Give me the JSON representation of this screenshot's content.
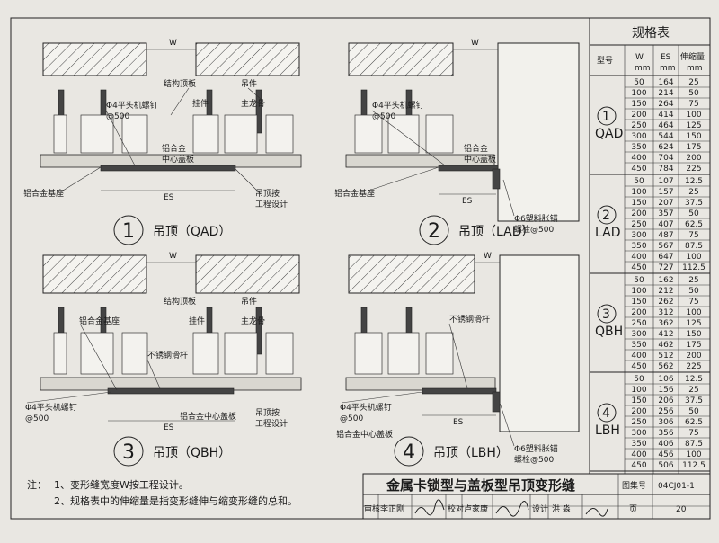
{
  "spec_table": {
    "title": "规格表",
    "headers": {
      "type": "型号",
      "w": "W",
      "es": "ES",
      "shrink": "伸缩量",
      "unit": "mm"
    },
    "groups": [
      {
        "num": "1",
        "code": "QAD",
        "rows": [
          [
            "50",
            "164",
            "25"
          ],
          [
            "100",
            "214",
            "50"
          ],
          [
            "150",
            "264",
            "75"
          ],
          [
            "200",
            "414",
            "100"
          ],
          [
            "250",
            "464",
            "125"
          ],
          [
            "300",
            "544",
            "150"
          ],
          [
            "350",
            "624",
            "175"
          ],
          [
            "400",
            "704",
            "200"
          ],
          [
            "450",
            "784",
            "225"
          ]
        ]
      },
      {
        "num": "2",
        "code": "LAD",
        "rows": [
          [
            "50",
            "107",
            "12.5"
          ],
          [
            "100",
            "157",
            "25"
          ],
          [
            "150",
            "207",
            "37.5"
          ],
          [
            "200",
            "357",
            "50"
          ],
          [
            "250",
            "407",
            "62.5"
          ],
          [
            "300",
            "487",
            "75"
          ],
          [
            "350",
            "567",
            "87.5"
          ],
          [
            "400",
            "647",
            "100"
          ],
          [
            "450",
            "727",
            "112.5"
          ]
        ]
      },
      {
        "num": "3",
        "code": "QBH",
        "rows": [
          [
            "50",
            "162",
            "25"
          ],
          [
            "100",
            "212",
            "50"
          ],
          [
            "150",
            "262",
            "75"
          ],
          [
            "200",
            "312",
            "100"
          ],
          [
            "250",
            "362",
            "125"
          ],
          [
            "300",
            "412",
            "150"
          ],
          [
            "350",
            "462",
            "175"
          ],
          [
            "400",
            "512",
            "200"
          ],
          [
            "450",
            "562",
            "225"
          ]
        ]
      },
      {
        "num": "4",
        "code": "LBH",
        "rows": [
          [
            "50",
            "106",
            "12.5"
          ],
          [
            "100",
            "156",
            "25"
          ],
          [
            "150",
            "206",
            "37.5"
          ],
          [
            "200",
            "256",
            "50"
          ],
          [
            "250",
            "306",
            "62.5"
          ],
          [
            "300",
            "356",
            "75"
          ],
          [
            "350",
            "406",
            "87.5"
          ],
          [
            "400",
            "456",
            "100"
          ],
          [
            "450",
            "506",
            "112.5"
          ]
        ]
      }
    ]
  },
  "details": [
    {
      "num": "1",
      "title": "吊顶（QAD）"
    },
    {
      "num": "2",
      "title": "吊顶（LAD）"
    },
    {
      "num": "3",
      "title": "吊顶（QBH）"
    },
    {
      "num": "4",
      "title": "吊顶（LBH）"
    }
  ],
  "labels": {
    "w": "W",
    "es": "ES",
    "structure_slab": "结构顶板",
    "hanger": "吊件",
    "clip": "挂件",
    "main_keel": "主龙骨",
    "screw": "Φ4平头机螺钉",
    "screw_spacing": "@500",
    "center_cover_a": "铝合金",
    "center_cover_b": "中心盖板",
    "center_cover": "铝合金中心盖板",
    "base": "铝合金基座",
    "ceiling_a": "吊顶按",
    "ceiling_b": "工程设计",
    "anchor_a": "Φ6塑料胀锚",
    "anchor_b": "螺栓@500",
    "slider": "不锈钢滑杆"
  },
  "notes": {
    "prefix": "注：",
    "items": [
      "1、变形缝宽度W按工程设计。",
      "2、规格表中的伸缩量是指变形缝伸与缩变形缝的总和。"
    ]
  },
  "title_block": {
    "drawing_title": "金属卡锁型与盖板型吊顶变形缝",
    "atlas_label": "图集号",
    "atlas_no": "04CJ01-1",
    "review_label": "审核",
    "review_name": "李正刚",
    "check_label": "校对",
    "check_name": "卢家康",
    "design_label": "设计",
    "design_name": "洪  淼",
    "page_label": "页",
    "page_no": "20"
  },
  "colors": {
    "paper": "#e9e7e2",
    "ink": "#1b1b1b"
  }
}
